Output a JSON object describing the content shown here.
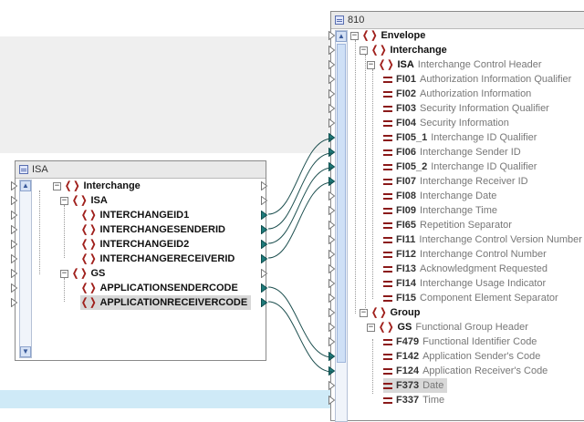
{
  "source_window": {
    "title": "ISA",
    "tree": [
      {
        "label": "Interchange",
        "toggle": "−"
      },
      {
        "label": "ISA",
        "toggle": "−"
      },
      {
        "label": "INTERCHANGEID1"
      },
      {
        "label": "INTERCHANGESENDERID"
      },
      {
        "label": "INTERCHANGEID2"
      },
      {
        "label": "INTERCHANGERECEIVERID"
      },
      {
        "label": "GS",
        "toggle": "−"
      },
      {
        "label": "APPLICATIONSENDERCODE"
      },
      {
        "label": "APPLICATIONRECEIVERCODE",
        "selected": true
      }
    ]
  },
  "target_window": {
    "title": "810",
    "tree": [
      {
        "name": "Envelope",
        "toggle": "−"
      },
      {
        "name": "Interchange",
        "toggle": "−"
      },
      {
        "name": "ISA",
        "desc": "Interchange Control Header",
        "toggle": "−"
      },
      {
        "name": "FI01",
        "desc": "Authorization Information Qualifier"
      },
      {
        "name": "FI02",
        "desc": "Authorization Information"
      },
      {
        "name": "FI03",
        "desc": "Security Information Qualifier"
      },
      {
        "name": "FI04",
        "desc": "Security Information"
      },
      {
        "name": "FI05_1",
        "desc": "Interchange ID Qualifier"
      },
      {
        "name": "FI06",
        "desc": "Interchange Sender ID"
      },
      {
        "name": "FI05_2",
        "desc": "Interchange ID Qualifier"
      },
      {
        "name": "FI07",
        "desc": "Interchange Receiver ID"
      },
      {
        "name": "FI08",
        "desc": "Interchange Date"
      },
      {
        "name": "FI09",
        "desc": "Interchange Time"
      },
      {
        "name": "FI65",
        "desc": "Repetition Separator"
      },
      {
        "name": "FI11",
        "desc": "Interchange Control Version Number"
      },
      {
        "name": "FI12",
        "desc": "Interchange Control Number"
      },
      {
        "name": "FI13",
        "desc": "Acknowledgment Requested"
      },
      {
        "name": "FI14",
        "desc": "Interchange Usage Indicator"
      },
      {
        "name": "FI15",
        "desc": "Component Element Separator"
      },
      {
        "name": "Group",
        "toggle": "−"
      },
      {
        "name": "GS",
        "desc": "Functional Group Header",
        "toggle": "−"
      },
      {
        "name": "F479",
        "desc": "Functional Identifier Code"
      },
      {
        "name": "F142",
        "desc": "Application Sender's Code"
      },
      {
        "name": "F124",
        "desc": "Application Receiver's Code"
      },
      {
        "name": "F373",
        "desc": "Date",
        "selected": true
      },
      {
        "name": "F337",
        "desc": "Time"
      }
    ]
  },
  "colors": {
    "element_icon": "#a0201c",
    "connector": "#1b6e6e",
    "port": "#1f7a7a"
  }
}
